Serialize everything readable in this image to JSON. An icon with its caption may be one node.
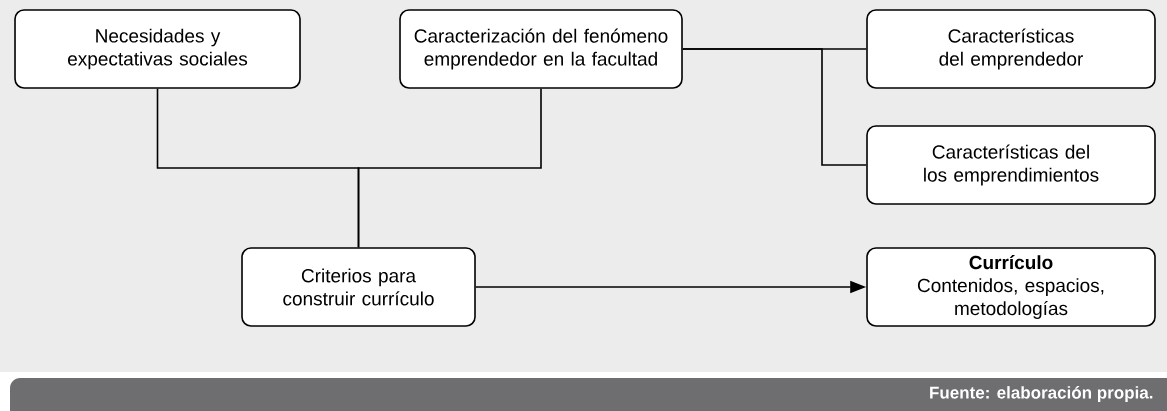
{
  "diagram": {
    "nodes": [
      {
        "text": [
          "Necesidades y expectativas sociales"
        ]
      },
      {
        "text": [
          "Caracterización del fenómeno emprendedor en la facultad"
        ]
      },
      {
        "text": [
          "Características del emprendedor"
        ]
      },
      {
        "text": [
          "Características del los emprendimientos"
        ]
      },
      {
        "text": [
          "Criterios para construir currículo"
        ]
      },
      {
        "text": [
          "Currículo",
          "Contenidos, espacios, metodologías"
        ]
      }
    ],
    "edges": [
      {
        "from": 0,
        "to": 4,
        "arrow": "none"
      },
      {
        "from": 1,
        "to": 4,
        "arrow": "none"
      },
      {
        "from": 1,
        "to": 2,
        "arrow": "none"
      },
      {
        "from": 1,
        "to": 3,
        "arrow": "none"
      },
      {
        "from": 4,
        "to": 5,
        "arrow": "to"
      }
    ],
    "labels": [
      "Fuente: elaboración propia."
    ]
  }
}
